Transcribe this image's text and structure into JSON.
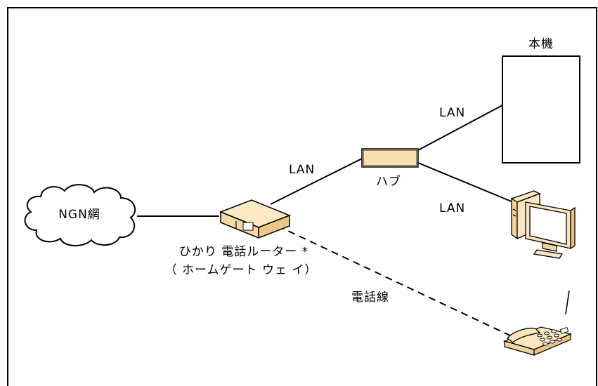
{
  "labels": {
    "ngn": "NGN網",
    "router_line1": "ひかり 電話ルーター *",
    "router_line2": "（ ホームゲート ウェ イ）",
    "hub": "ハブ",
    "device": "本機",
    "lan_router_hub": "LAN",
    "lan_hub_device": "LAN",
    "lan_hub_pc": "LAN",
    "phone_line": "電話線"
  },
  "colors": {
    "line": "#000000",
    "router_fill": "#fce9c4",
    "hub_fill": "#fce9c4",
    "pc_fill": "#fbe6bf",
    "phone_fill": "#fbe6bf",
    "device_fill": "#ffffff"
  },
  "icons": {
    "cloud": "cloud-icon",
    "router": "router-icon",
    "hub": "hub-icon",
    "device": "device-box-icon",
    "pc": "desktop-pc-icon",
    "phone": "telephone-icon"
  }
}
